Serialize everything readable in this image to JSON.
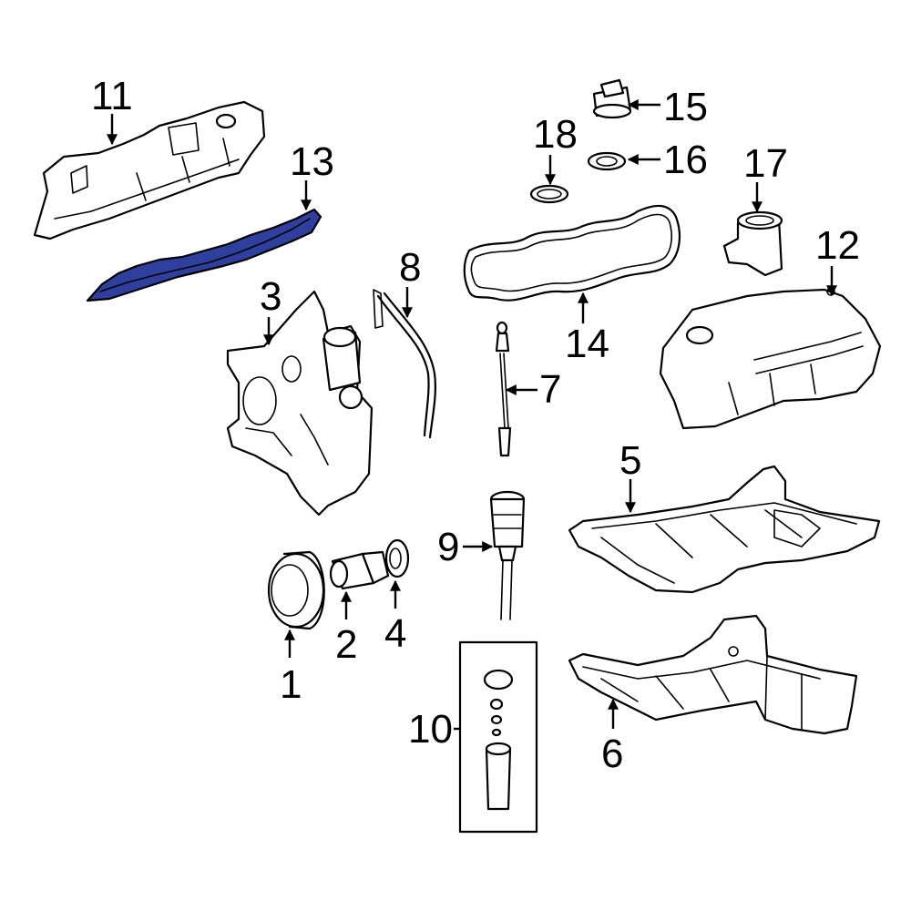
{
  "diagram": {
    "highlight_color": "#2e3f9e",
    "callouts": {
      "c1": "1",
      "c2": "2",
      "c3": "3",
      "c4": "4",
      "c5": "5",
      "c6": "6",
      "c7": "7",
      "c8": "8",
      "c9": "9",
      "c10": "10",
      "c11": "11",
      "c12": "12",
      "c13": "13",
      "c14": "14",
      "c15": "15",
      "c16": "16",
      "c17": "17",
      "c18": "18"
    },
    "highlighted_part": "13"
  }
}
